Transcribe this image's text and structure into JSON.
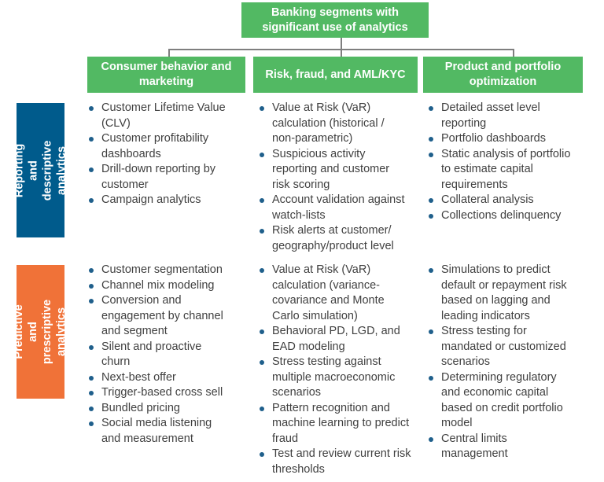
{
  "root": "Banking segments with\nsignificant use of analytics",
  "columns": [
    "Consumer behavior and\nmarketing",
    "Risk, fraud, and AML/KYC",
    "Product and portfolio\noptimization"
  ],
  "rows": [
    "Reporting and\ndescriptive analytics",
    "Predictive and\nprescriptive analytics"
  ],
  "colors": {
    "green": "#52b963",
    "blue": "#005b8c",
    "orange": "#f07238"
  },
  "cells": {
    "r1c1": [
      "Customer Lifetime Value\n(CLV)",
      "Customer profitability\ndashboards",
      "Drill-down reporting by\ncustomer",
      "Campaign analytics"
    ],
    "r1c2": [
      "Value at Risk (VaR)\ncalculation (historical /\nnon-parametric)",
      "Suspicious activity\nreporting and customer\nrisk scoring",
      "Account validation against\nwatch-lists",
      "Risk alerts at customer/\ngeography/product level"
    ],
    "r1c3": [
      "Detailed asset level\nreporting",
      "Portfolio dashboards",
      "Static analysis of portfolio\nto estimate capital\nrequirements",
      "Collateral analysis",
      "Collections delinquency"
    ],
    "r2c1": [
      "Customer segmentation",
      "Channel mix modeling",
      "Conversion and\nengagement by channel\nand segment",
      "Silent and proactive\nchurn",
      "Next-best offer",
      "Trigger-based cross sell",
      "Bundled pricing",
      "Social media listening\nand measurement"
    ],
    "r2c2": [
      "Value at Risk (VaR)\ncalculation (variance-\ncovariance and Monte\nCarlo simulation)",
      "Behavioral PD, LGD, and\nEAD modeling",
      "Stress testing against\nmultiple macroeconomic\nscenarios",
      "Pattern recognition and\nmachine learning to predict\nfraud",
      "Test and review current risk\nthresholds"
    ],
    "r2c3": [
      "Simulations to predict\ndefault or repayment risk\nbased on lagging and\nleading indicators",
      "Stress testing for\nmandated or customized\nscenarios",
      "Determining regulatory\nand economic capital\nbased on credit portfolio\nmodel",
      "Central limits\nmanagement"
    ]
  }
}
